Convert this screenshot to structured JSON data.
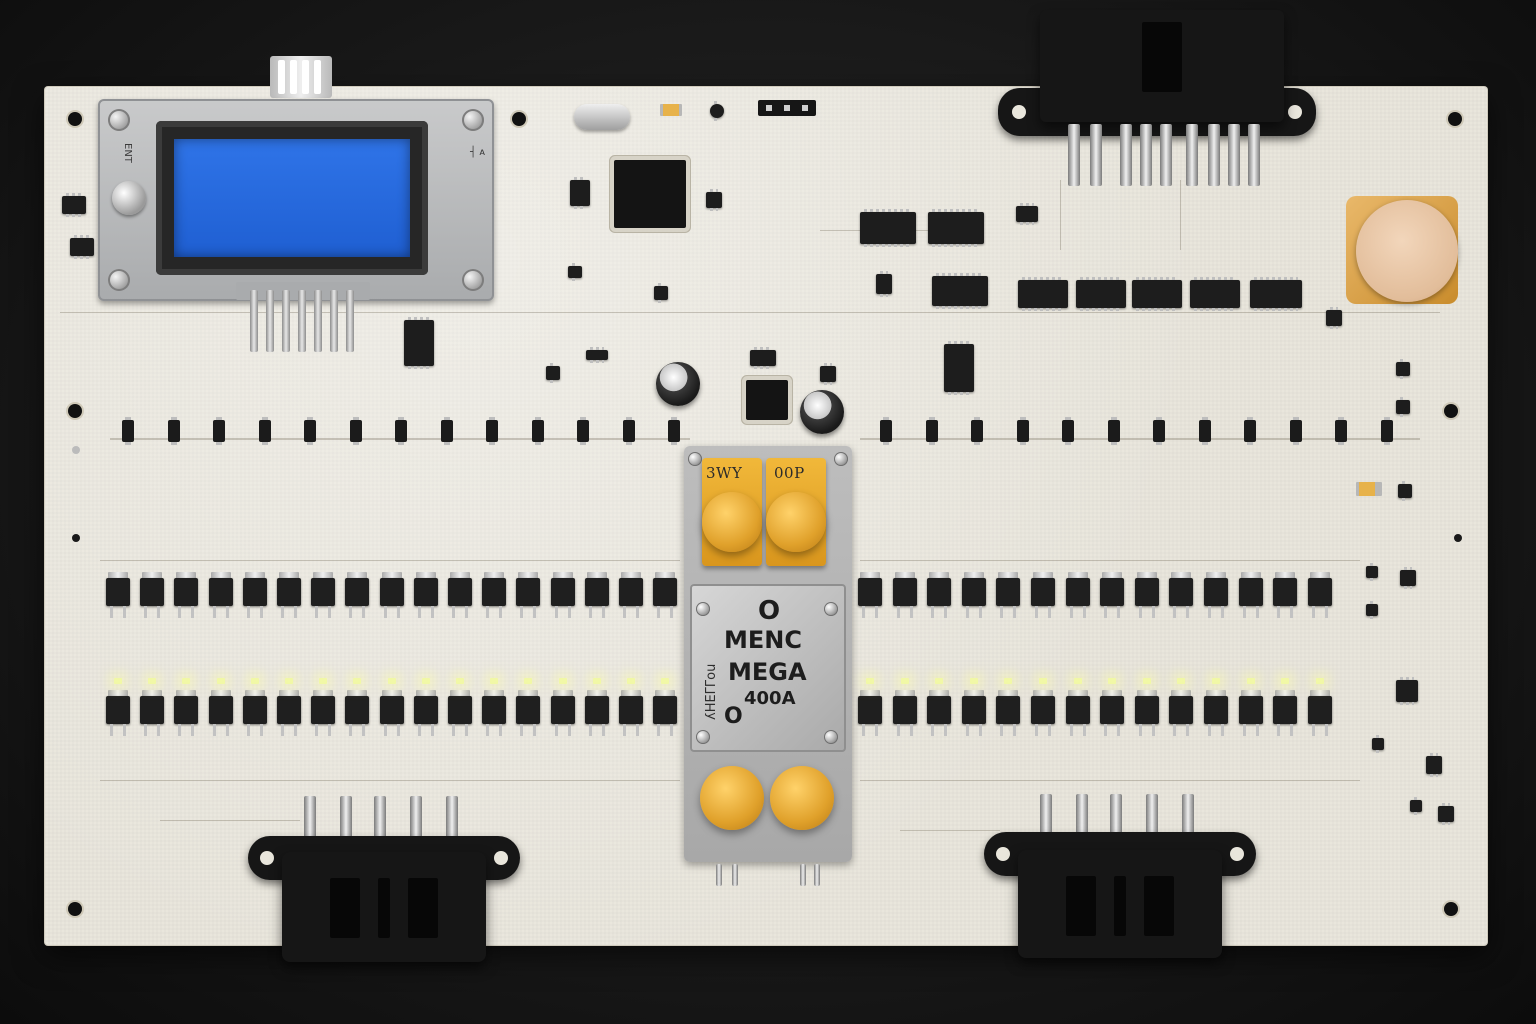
{
  "lcd": {
    "side_left": "ENT",
    "side_right": "┤ ᴀ"
  },
  "power_module": {
    "fuse_top_left": "3WY",
    "fuse_top_right": "00P",
    "plate_line1": "MENC",
    "plate_line2": "MEGA",
    "plate_line3": "400A",
    "plate_vertical": "ʎHEΓΓоu",
    "plate_o_top": "O",
    "plate_o_left": "O"
  },
  "colors": {
    "board": "#e9e6dc",
    "lcd_screen": "#2f74e8",
    "fuse": "#e0a12b",
    "connector": "#161616",
    "background": "#151515"
  },
  "icons": [
    "lcd-display",
    "connector-top",
    "connector-bottom-left",
    "connector-bottom-right",
    "buzzer",
    "fuse",
    "capacitor",
    "mosfet",
    "led"
  ]
}
